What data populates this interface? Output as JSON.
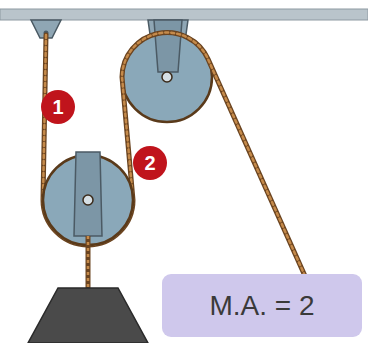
{
  "diagram": {
    "nodes": [
      {
        "text": [
          "M.A. = 2"
        ]
      }
    ],
    "labels": [
      "1",
      "2"
    ]
  }
}
